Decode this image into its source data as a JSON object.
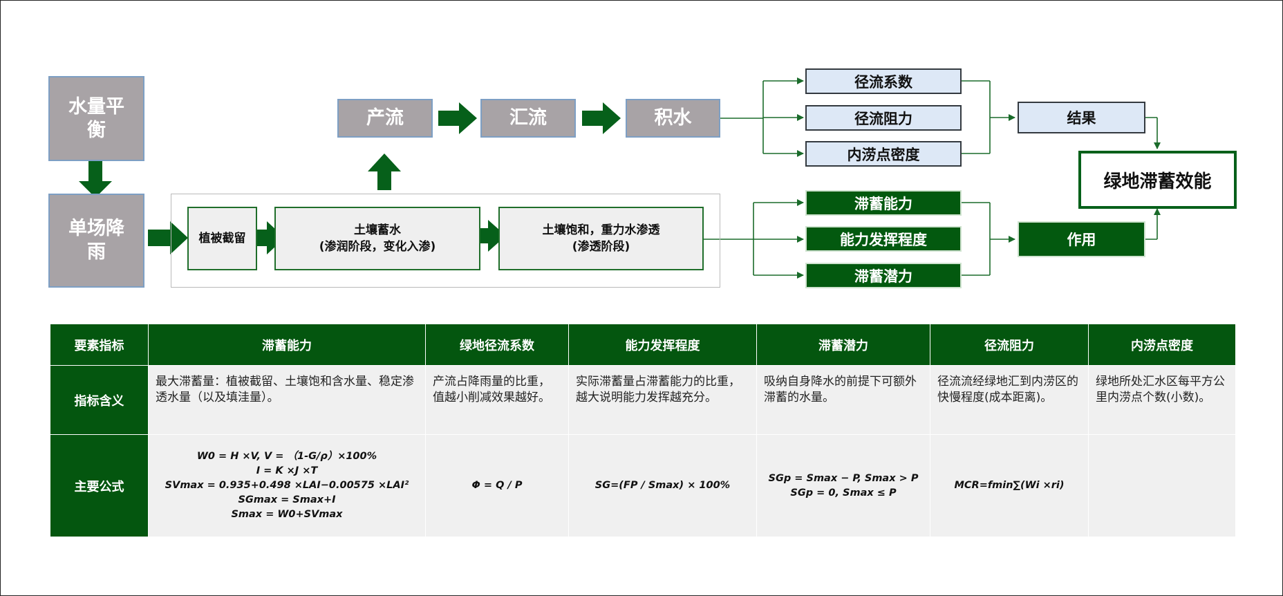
{
  "flow": {
    "water_balance": "水量平衡",
    "single_rain": "单场降雨",
    "runoff_gen": "产流",
    "confluence": "汇流",
    "ponding": "积水",
    "interception": "植被截留",
    "soil_storage_title": "土壤蓄水",
    "soil_storage_sub": "(渗润阶段，变化入渗)",
    "soil_saturation_title": "土壤饱和，重力水渗透",
    "soil_saturation_sub": "(渗透阶段)",
    "runoff_coef": "径流系数",
    "runoff_resistance": "径流阻力",
    "waterlog_density": "内涝点密度",
    "result": "结果",
    "retention_capacity": "滞蓄能力",
    "capacity_degree": "能力发挥程度",
    "retention_potential": "滞蓄潜力",
    "effect": "作用",
    "greenland_efficiency": "绿地滞蓄效能"
  },
  "table": {
    "headers": [
      "要素指标",
      "滞蓄能力",
      "绿地径流系数",
      "能力发挥程度",
      "滞蓄潜力",
      "径流阻力",
      "内涝点密度"
    ],
    "meaning_label": "指标含义",
    "meanings": [
      "最大滞蓄量：植被截留、土壤饱和含水量、稳定渗透水量（以及填洼量）。",
      "产流占降雨量的比重，值越小削减效果越好。",
      "实际滞蓄量占滞蓄能力的比重，越大说明能力发挥越充分。",
      "吸纳自身降水的前提下可额外滞蓄的水量。",
      "径流流经绿地汇到内涝区的快慢程度(成本距离)。",
      "绿地所处汇水区每平方公里内涝点个数(小数)。"
    ],
    "formula_label": "主要公式",
    "formulas": {
      "capacity": [
        "W0 = H ×V,  V = （1-G/ρ）×100%",
        "I = K ×J ×T",
        "SVmax = 0.935+0.498 ×LAI−0.00575 ×LAI²",
        "SGmax = Smax+I",
        "Smax = W0+SVmax"
      ],
      "runoff_coef": "Φ = Q / P",
      "degree": "SG=(FP / Smax) × 100%",
      "potential": [
        "SGp = Smax − P, Smax > P",
        "SGp = 0, Smax ≤ P"
      ],
      "resistance": "MCR=fmin∑(Wi ×ri)",
      "density": ""
    }
  },
  "colors": {
    "dark_green": "#04560f",
    "gray_box": "#a8a3a6",
    "light_blue": "#dde8f6",
    "cell_bg": "#f0f0f0"
  }
}
